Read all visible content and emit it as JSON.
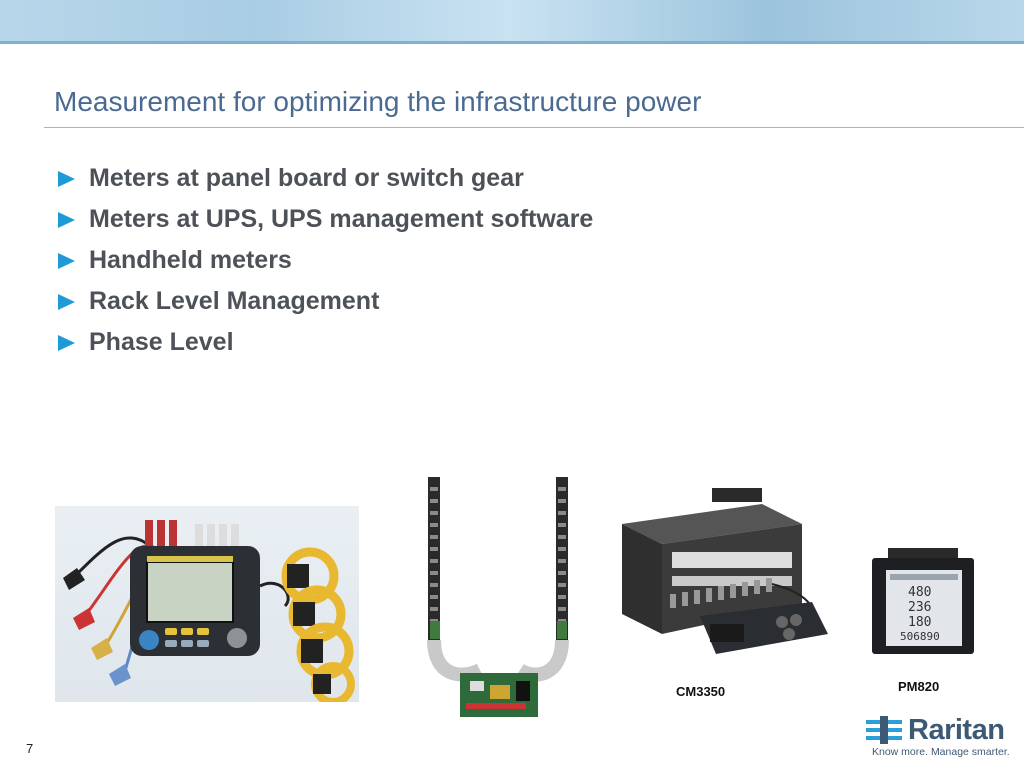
{
  "slide": {
    "title": "Measurement for optimizing the infrastructure power",
    "page_number": "7"
  },
  "bullets": [
    "Meters at panel board or switch gear",
    "Meters at UPS, UPS management software",
    "Handheld meters",
    "Rack Level Management",
    "Phase Level"
  ],
  "photos": {
    "handheld_meter": {
      "icon": "handheld-power-meter-photo"
    },
    "rack_pdu": {
      "icon": "rack-pdu-strips-photo"
    },
    "cm3350": {
      "caption": "CM3350",
      "icon": "cm3350-power-meter-photo"
    },
    "pm820": {
      "caption": "PM820",
      "icon": "pm820-power-meter-photo",
      "display_values": [
        "480",
        "236",
        "180",
        "506890"
      ]
    }
  },
  "logo": {
    "wordmark": "Raritan",
    "tagline": "Know more. Manage smarter.",
    "brand_color": "#3d5a75"
  },
  "colors": {
    "accent": "#1f9ad6",
    "title": "#4a6a92",
    "body_text": "#4d5258"
  }
}
